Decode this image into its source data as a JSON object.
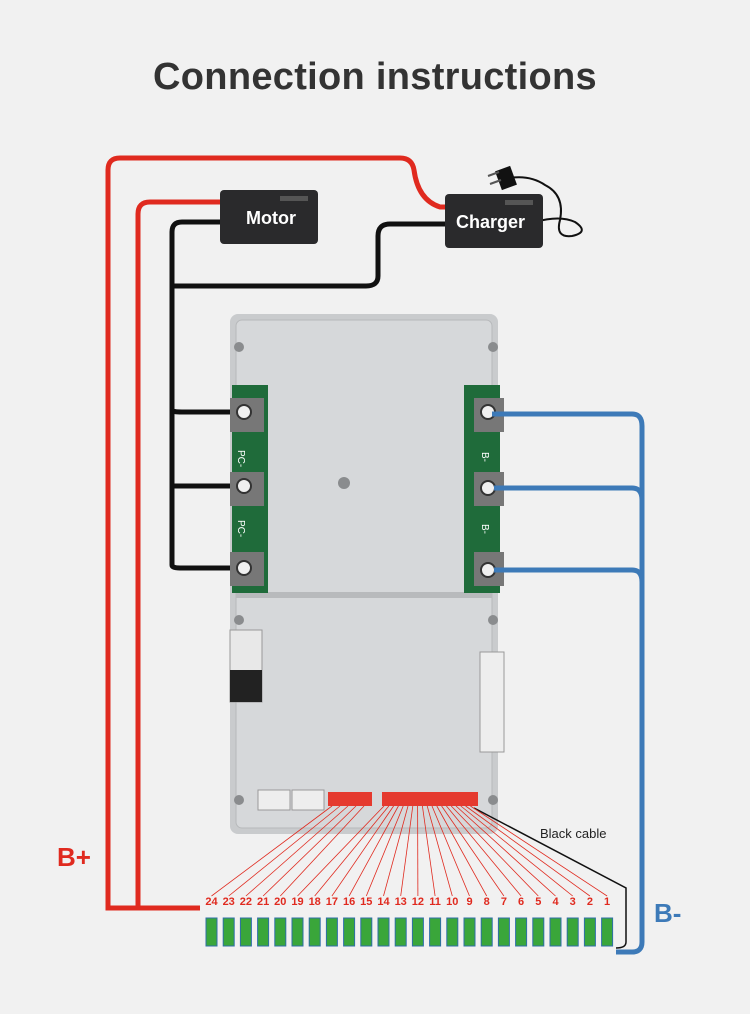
{
  "title": "Connection instructions",
  "devices": {
    "motor": "Motor",
    "charger": "Charger"
  },
  "terminals": {
    "pc_label": "PC-",
    "b_label": "B-"
  },
  "labels": {
    "b_plus": "B+",
    "b_minus": "B-",
    "black_cable": "Black cable"
  },
  "cell_numbers": [
    "24",
    "23",
    "22",
    "21",
    "20",
    "19",
    "18",
    "17",
    "16",
    "15",
    "14",
    "13",
    "12",
    "11",
    "10",
    "9",
    "8",
    "7",
    "6",
    "5",
    "4",
    "3",
    "2",
    "1"
  ],
  "colors": {
    "positive_wire": "#e02a1f",
    "negative_wire": "#3d7ab8",
    "load_wire": "#111111",
    "cell": "#3aa63a",
    "board": "#c9cbcd"
  }
}
